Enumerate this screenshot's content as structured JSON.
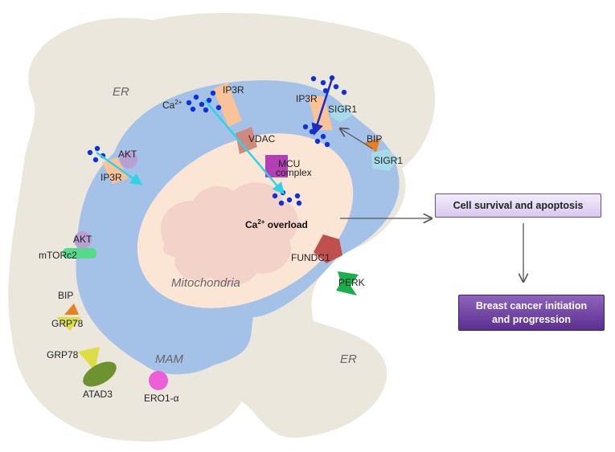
{
  "regions": {
    "er_top": "ER",
    "er_bottom": "ER",
    "mitochondria": "Mitochondria",
    "mam": "MAM"
  },
  "labels": {
    "ca": "Ca",
    "ca_sup": "2+",
    "ip3r_top": "IP3R",
    "ip3r_right": "IP3R",
    "ip3r_left": "IP3R",
    "sigr1_top": "SIGR1",
    "sigr1_right": "SIGR1",
    "vdac": "VDAC",
    "mcu_line1": "MCU",
    "mcu_line2": "complex",
    "akt_upper": "AKT",
    "akt_lower": "AKT",
    "mtorc2": "mTORc2",
    "bip_right": "BIP",
    "bip_left": "BIP",
    "grp78_upper": "GRP78",
    "grp78_lower": "GRP78",
    "atad3": "ATAD3",
    "ero1": "ERO1-α",
    "fundc1": "FUNDC1",
    "perk": "PERK",
    "overload_pre": "Ca",
    "overload_sup": "2+",
    "overload_post": " overload"
  },
  "boxes": {
    "survival": "Cell survival and apoptosis",
    "cancer_line1": "Breast cancer initiation",
    "cancer_line2": "and progression"
  },
  "colors": {
    "er": "#ebe7dc",
    "mam": "#a4c2e8",
    "mito": "#fbe5d5",
    "cristae": "#f1cfc8",
    "ion": "#1030d8",
    "arrow_cyan": "#2fd2e6",
    "arrow_blue": "#1a2dbf"
  }
}
